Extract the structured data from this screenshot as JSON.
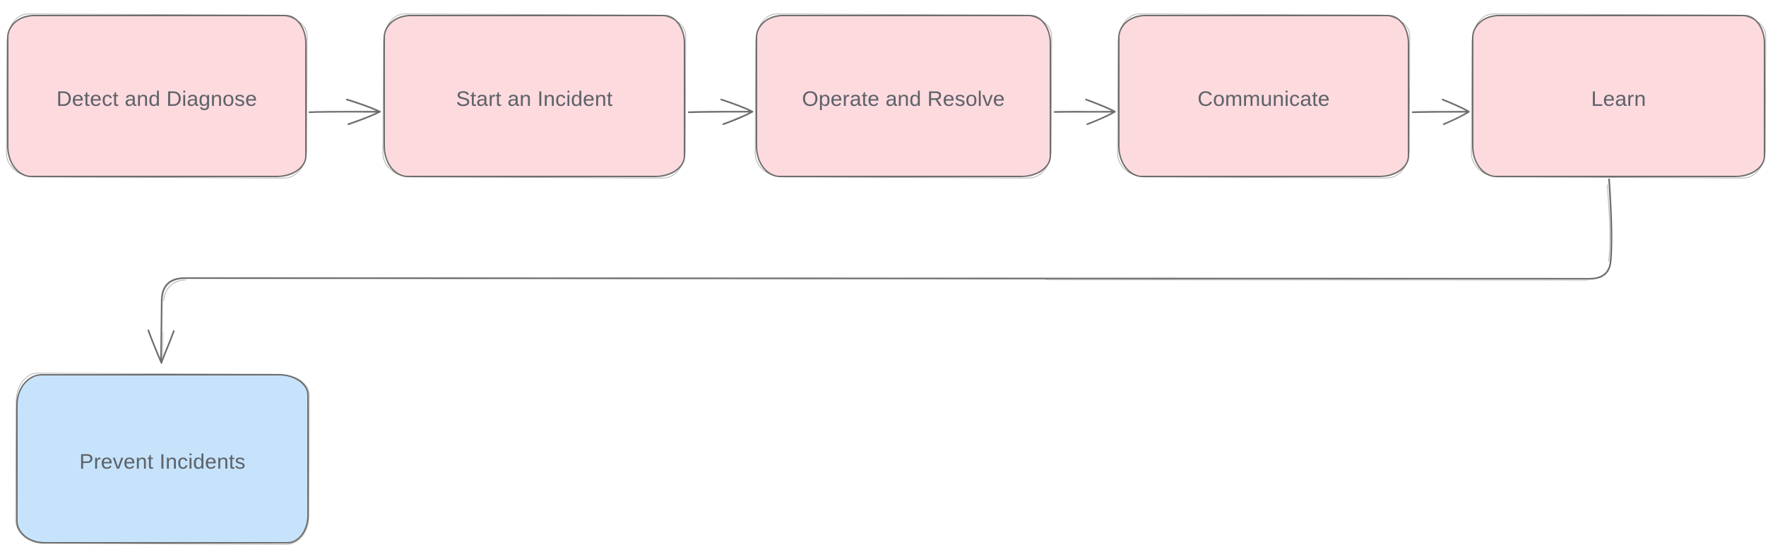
{
  "diagram": {
    "type": "flowchart",
    "nodes": [
      {
        "id": "detect-and-diagnose",
        "label": "Detect and Diagnose",
        "fill": "#fcdade",
        "stroke": "#6e6e6e",
        "text_color": "#5e6269",
        "shape": "rounded-rectangle"
      },
      {
        "id": "start-an-incident",
        "label": "Start an Incident",
        "fill": "#fcdade",
        "stroke": "#6e6e6e",
        "text_color": "#5e6269",
        "shape": "rounded-rectangle"
      },
      {
        "id": "operate-and-resolve",
        "label": "Operate and Resolve",
        "fill": "#fcdade",
        "stroke": "#6e6e6e",
        "text_color": "#5e6269",
        "shape": "rounded-rectangle"
      },
      {
        "id": "communicate",
        "label": "Communicate",
        "fill": "#fcdade",
        "stroke": "#6e6e6e",
        "text_color": "#5e6269",
        "shape": "rounded-rectangle"
      },
      {
        "id": "learn",
        "label": "Learn",
        "fill": "#fcdade",
        "stroke": "#6e6e6e",
        "text_color": "#5e6269",
        "shape": "rounded-rectangle"
      },
      {
        "id": "prevent-incidents",
        "label": "Prevent Incidents",
        "fill": "#c6e3fb",
        "stroke": "#6e6e6e",
        "text_color": "#5e6269",
        "shape": "rounded-rectangle"
      }
    ],
    "edges": [
      {
        "from": "detect-and-diagnose",
        "to": "start-an-incident",
        "style": "straight-open-arrow"
      },
      {
        "from": "start-an-incident",
        "to": "operate-and-resolve",
        "style": "straight-open-arrow"
      },
      {
        "from": "operate-and-resolve",
        "to": "communicate",
        "style": "straight-open-arrow"
      },
      {
        "from": "communicate",
        "to": "learn",
        "style": "straight-open-arrow"
      },
      {
        "from": "learn",
        "to": "prevent-incidents",
        "style": "elbow-open-arrow"
      }
    ],
    "colors": {
      "node_pink": "#fcdade",
      "node_blue": "#c6e3fb",
      "stroke": "#6e6e6e",
      "text": "#5e6269",
      "background": "#ffffff"
    }
  }
}
